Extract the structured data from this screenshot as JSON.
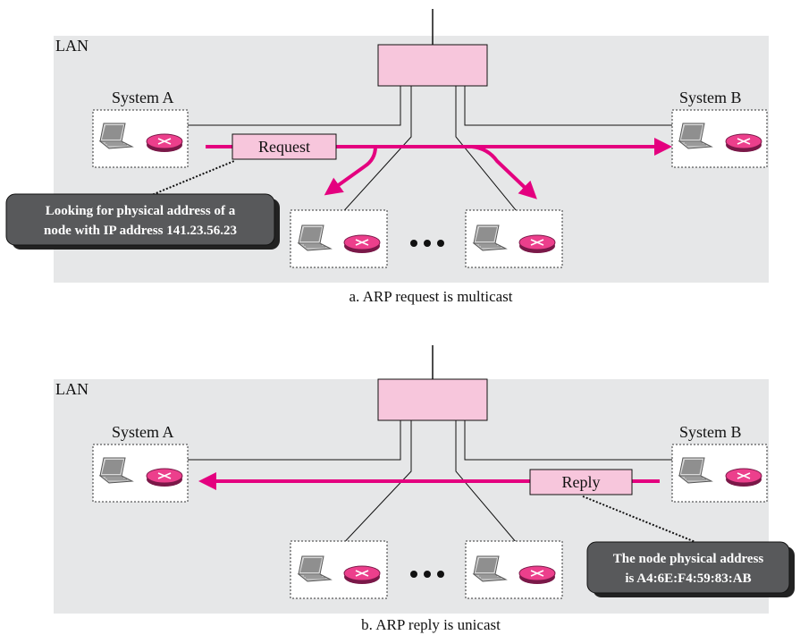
{
  "panels": [
    {
      "lan_label": "LAN",
      "system_a": "System A",
      "system_b": "System B",
      "message_label": "Request",
      "callout_lines": [
        "Looking for physical address of a",
        "node with IP address 141.23.56.23"
      ],
      "caption": "a. ARP request is multicast"
    },
    {
      "lan_label": "LAN",
      "system_a": "System A",
      "system_b": "System B",
      "message_label": "Reply",
      "callout_lines": [
        "The node physical address",
        "is A4:6E:F4:59:83:AB"
      ],
      "caption": "b. ARP reply is unicast"
    }
  ],
  "colors": {
    "lan_bg": "#e6e7e8",
    "switch_fill": "#f7c6dc",
    "arrow": "#e4007f",
    "callout_bg": "#58595b"
  },
  "icons": [
    "laptop-icon",
    "router-icon",
    "ellipsis-icon"
  ]
}
